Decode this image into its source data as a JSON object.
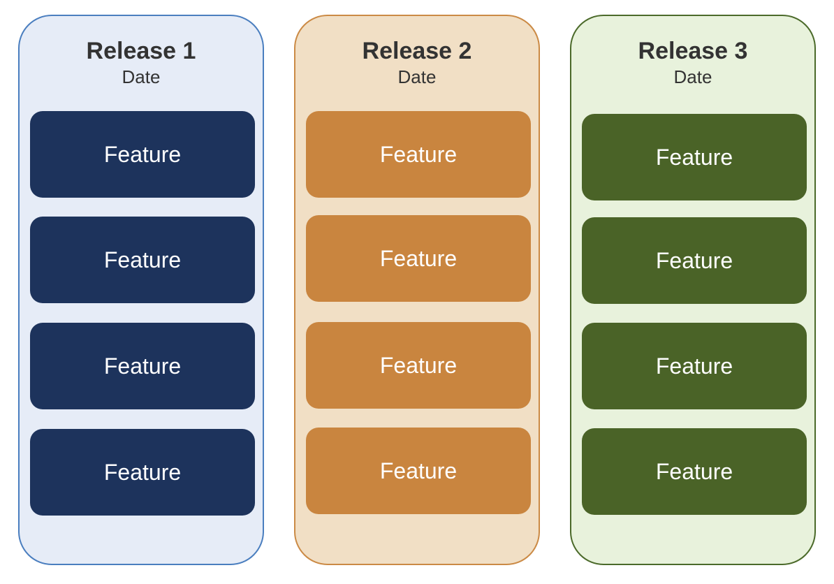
{
  "releases": [
    {
      "title": "Release 1",
      "date": "Date",
      "colors": {
        "background": "#e6ecf7",
        "border": "#4a7ebf",
        "feature": "#1d335c"
      },
      "features": [
        "Feature",
        "Feature",
        "Feature",
        "Feature"
      ]
    },
    {
      "title": "Release 2",
      "date": "Date",
      "colors": {
        "background": "#f1dfc5",
        "border": "#cb8a45",
        "feature": "#c9853f"
      },
      "features": [
        "Feature",
        "Feature",
        "Feature",
        "Feature"
      ]
    },
    {
      "title": "Release 3",
      "date": "Date",
      "colors": {
        "background": "#e8f2dc",
        "border": "#4b6a2a",
        "feature": "#4a6327"
      },
      "features": [
        "Feature",
        "Feature",
        "Feature",
        "Feature"
      ]
    }
  ]
}
